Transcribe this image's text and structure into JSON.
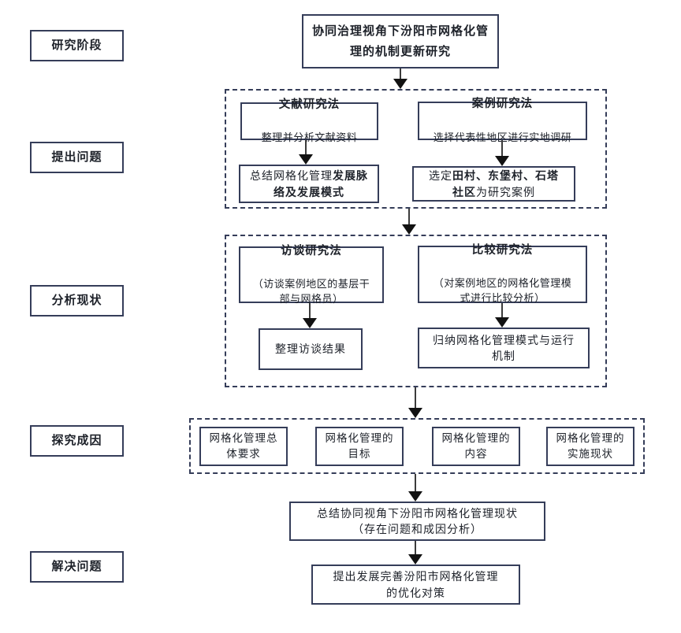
{
  "title_box": {
    "text": "协同治理视角下汾阳市网格化管\n理的机制更新研究"
  },
  "stages": [
    {
      "label": "研究阶段"
    },
    {
      "label": "提出问题"
    },
    {
      "label": "分析现状"
    },
    {
      "label": "探究成因"
    },
    {
      "label": "解决问题"
    }
  ],
  "methods_group_1": {
    "literature": {
      "title": "文献研究法",
      "subtitle": "整理并分析文献资料"
    },
    "case": {
      "title": "案例研究法",
      "subtitle": "选择代表性地区进行实地调研"
    },
    "literature_result": {
      "prefix": "总结网格化管理",
      "bold": "发展脉\n络及发展模式"
    },
    "case_result": {
      "prefix": "选定",
      "bold": "田村、东堡村、石塔\n社区",
      "suffix": "为研究案例"
    }
  },
  "methods_group_2": {
    "interview": {
      "title": "访谈研究法",
      "subtitle": "（访谈案例地区的基层干\n部与网格员）"
    },
    "compare": {
      "title": "比较研究法",
      "subtitle": "（对案例地区的网格化管理模\n式进行比较分析）"
    },
    "interview_result": "整理访谈结果",
    "compare_result": "归纳网格化管理模式与运行\n机制"
  },
  "causes_group": {
    "items": [
      "网格化管理总\n体要求",
      "网格化管理的\n目标",
      "网格化管理的\n内容",
      "网格化管理的\n实施现状"
    ]
  },
  "summary_box": "总结协同视角下汾阳市网格化管理现状\n（存在问题和成因分析）",
  "solution_box": "提出发展完善汾阳市网格化管理\n的优化对策",
  "colors": {
    "border": "#353d59",
    "arrow_head": "#121212",
    "text": "#1d2129",
    "background": "#ffffff"
  }
}
